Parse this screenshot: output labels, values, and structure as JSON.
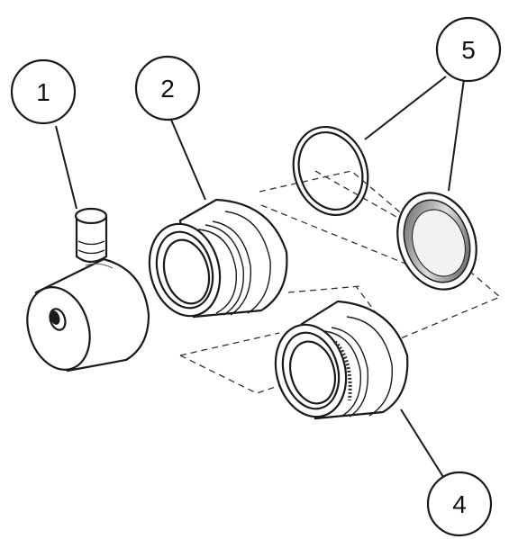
{
  "diagram": {
    "callouts": [
      {
        "id": "1",
        "label": "1"
      },
      {
        "id": "2",
        "label": "2"
      },
      {
        "id": "4",
        "label": "4"
      },
      {
        "id": "5",
        "label": "5"
      }
    ],
    "parts": [
      {
        "callout": "1",
        "name": "valve-body"
      },
      {
        "callout": "2",
        "name": "threaded-adapter"
      },
      {
        "callout": "4",
        "name": "threaded-adapter"
      },
      {
        "callout": "5",
        "name": "o-ring-and-seal-cap"
      }
    ],
    "colors": {
      "line": "#1a1a1a",
      "background": "#ffffff",
      "shade": "#3a3a3a"
    }
  }
}
